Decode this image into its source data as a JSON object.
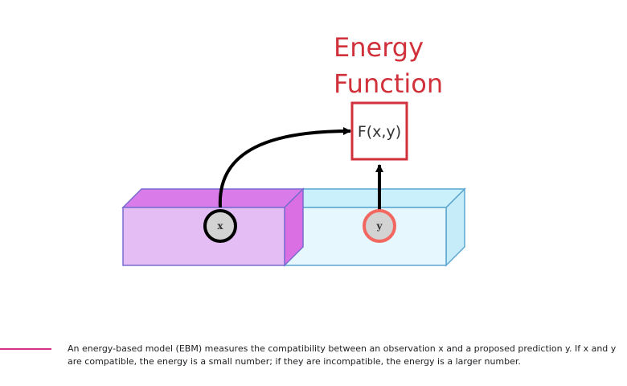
{
  "diagram": {
    "title_line1": "Energy",
    "title_line2": "Function",
    "function_label": "F(x,y)",
    "x_label": "x",
    "y_label": "y"
  },
  "caption": {
    "text": "An energy-based model (EBM) measures the compatibility between an observation x and a proposed prediction y. If x and y are compatible, the energy is a small number; if they are incompatible, the energy is a larger number."
  },
  "colors": {
    "accent_red": "#d0313a",
    "caption_rule": "#d63384",
    "purple_block": "#e4bdf5",
    "cyan_block": "#e6f8fd"
  }
}
